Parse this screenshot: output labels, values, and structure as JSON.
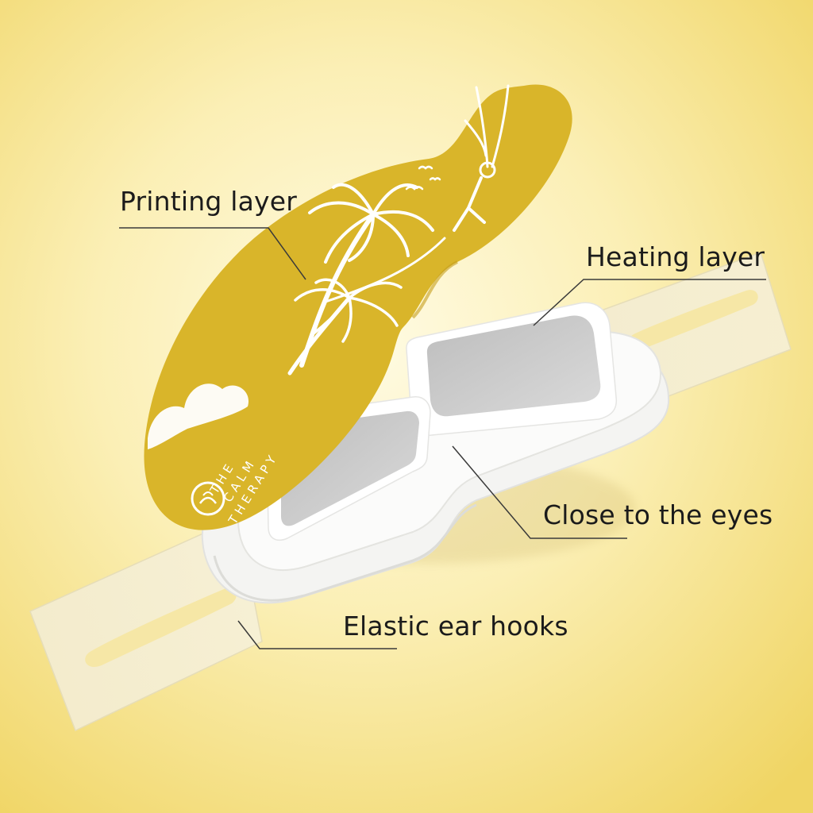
{
  "background": {
    "center_color": "#fffbe3",
    "edge_color": "#f0d564"
  },
  "colors": {
    "printing_layer": "#d9b52a",
    "print_artwork": "#ffffff",
    "heating_pad": "#c8c8c8",
    "base_layer": "#f4f4f2",
    "ear_hooks": "#efe7c8",
    "callout_line": "#3a3a3a",
    "label_text": "#1b1b1b"
  },
  "brand": {
    "line1": "THE",
    "line2": "CALM",
    "line3": "THERAPY"
  },
  "callouts": {
    "printing_layer": "Printing layer",
    "heating_layer": "Heating layer",
    "close_to_eyes": "Close to the eyes",
    "elastic_ear_hooks": "Elastic ear hooks"
  },
  "icons": {
    "brand_logo": "calm-therapy-logo-icon",
    "palm_trees": "palm-tree-icon",
    "cloud": "cloud-icon",
    "birds": "bird-icon",
    "swing_figure": "swing-figure-icon"
  }
}
